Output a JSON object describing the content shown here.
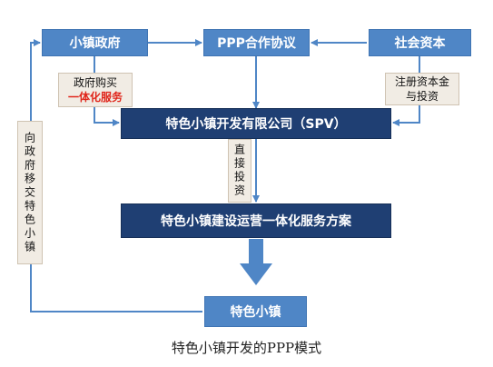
{
  "nodes": {
    "government": "小镇政府",
    "ppp_agreement": "PPP合作协议",
    "social_capital": "社会资本",
    "spv_company": "特色小镇开发有限公司（SPV）",
    "solution": "特色小镇建设运营一体化服务方案",
    "town": "特色小镇"
  },
  "labels": {
    "gov_purchase_line1": "政府购买",
    "gov_purchase_line2": "一体化服务",
    "capital_line1": "注册资本金",
    "capital_line2": "与投资",
    "direct_investment": "直接投资",
    "transfer_to_gov": "向政府移交特色小镇"
  },
  "caption": "特色小镇开发的PPP模式",
  "colors": {
    "light_box": "#4f86c6",
    "dark_box": "#1f3f73",
    "arrow": "#4f86c6",
    "accent_red": "#e0261b",
    "label_bg": "#f1ece4"
  }
}
